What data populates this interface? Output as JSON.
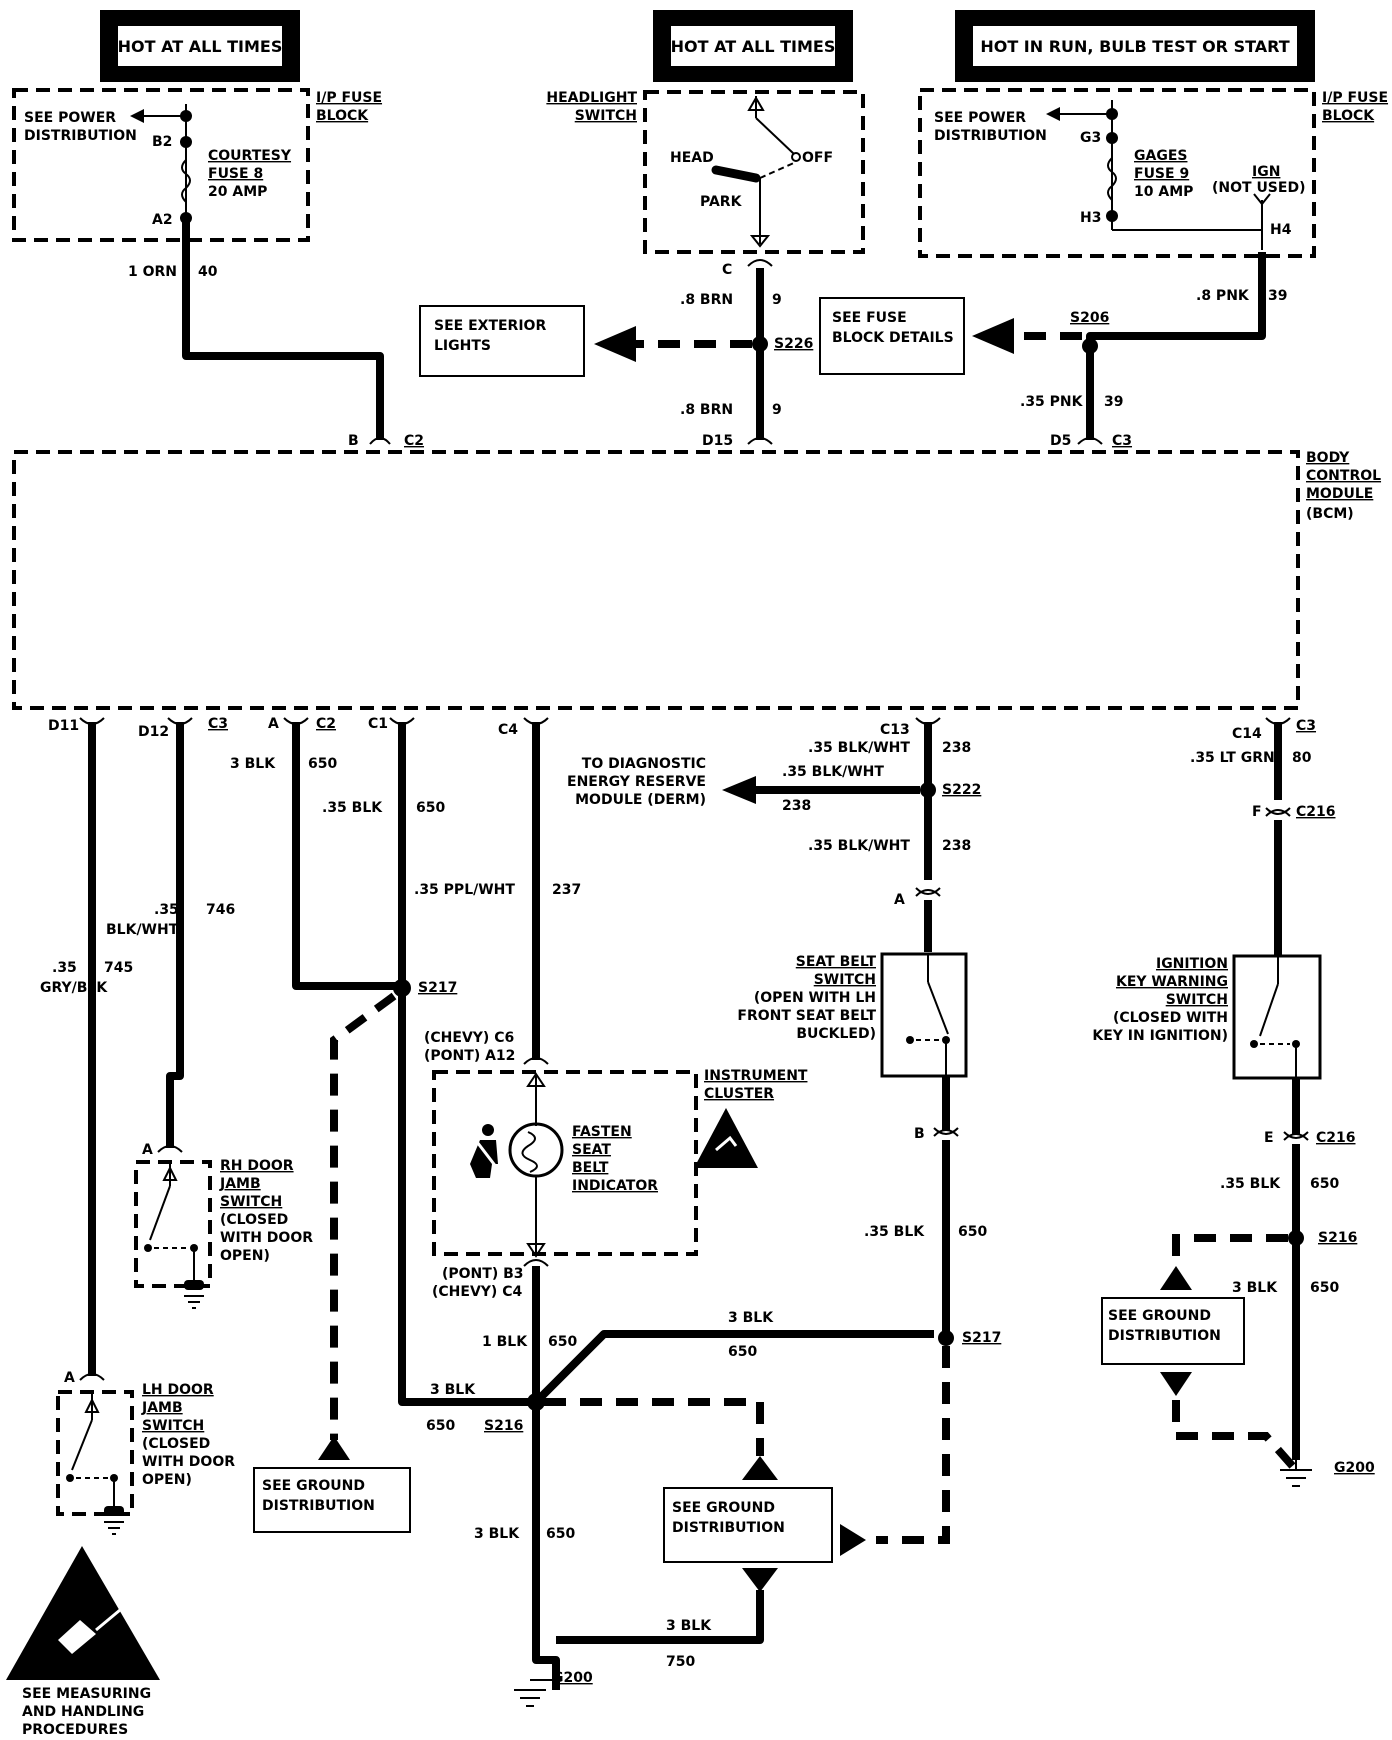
{
  "power_sources": {
    "left": "HOT AT ALL TIMES",
    "center": "HOT AT ALL TIMES",
    "right": "HOT IN RUN, BULB TEST OR START"
  },
  "ip_fuse_block_left": {
    "title_1": "I/P FUSE",
    "title_2": "BLOCK",
    "see_1": "SEE POWER",
    "see_2": "DISTRIBUTION",
    "pin_top": "B2",
    "pin_bottom": "A2",
    "fuse_1": "COURTESY",
    "fuse_2": "FUSE 8",
    "fuse_3": "20 AMP"
  },
  "headlight_switch": {
    "title_1": "HEADLIGHT",
    "title_2": "SWITCH",
    "head": "HEAD",
    "off": "OFF",
    "park": "PARK",
    "pin": "C"
  },
  "ip_fuse_block_right": {
    "title_1": "I/P FUSE",
    "title_2": "BLOCK",
    "see_1": "SEE POWER",
    "see_2": "DISTRIBUTION",
    "pin_g3": "G3",
    "pin_h3": "H3",
    "pin_h4": "H4",
    "fuse_1": "GAGES",
    "fuse_2": "FUSE 9",
    "fuse_3": "10 AMP",
    "ign_1": "IGN",
    "ign_2": "(NOT USED)"
  },
  "wires_top": {
    "orn_size": "1 ORN",
    "orn_circuit": "40",
    "brn_size": ".8  BRN",
    "brn_circuit": "9",
    "brn2_size": ".8  BRN",
    "brn2_circuit": "9",
    "pnk_size": ".8 PNK",
    "pnk_circuit": "39",
    "pnk2_size": ".35 PNK",
    "pnk2_circuit": "39"
  },
  "splices_top": {
    "s226": "S226",
    "s206": "S206",
    "ext_1": "SEE EXTERIOR",
    "ext_2": "LIGHTS",
    "fuse_1": "SEE FUSE",
    "fuse_2": "BLOCK DETAILS"
  },
  "bcm": {
    "title_1": "BODY",
    "title_2": "CONTROL",
    "title_3": "MODULE",
    "title_4": "(BCM)",
    "top_pins": {
      "b": "B",
      "c2": "C2",
      "d15": "D15",
      "d5": "D5",
      "c3": "C3"
    },
    "bottom_pins": {
      "d11": "D11",
      "d12": "D12",
      "c3a": "C3",
      "a": "A",
      "c2": "C2",
      "c1": "C1",
      "c4": "C4",
      "c13": "C13",
      "c14": "C14",
      "c3b": "C3"
    }
  },
  "lower_wires": {
    "w745_size_1": ".35",
    "w745_size_2": "GRY/BLK",
    "w745_circuit": "745",
    "w746_size_1": ".35",
    "w746_size_2": "BLK/WHT",
    "w746_circuit": "746",
    "w650a_size": "3  BLK",
    "w650a_circuit": "650",
    "w650b_size": ".35  BLK",
    "w650b_circuit": "650",
    "w237_size": ".35  PPL/WHT",
    "w237_circuit": "237",
    "w238_size": ".35  BLK/WHT",
    "w238_circuit": "238",
    "w238b_size": ".35  BLK/WHT",
    "w238b_circuit": "238",
    "w238c_size": ".35  BLK/WHT",
    "w238c_circuit": "238",
    "w80_size": ".35 LT GRN",
    "w80_circuit": "80"
  },
  "derm": {
    "l1": "TO DIAGNOSTIC",
    "l2": "ENERGY RESERVE",
    "l3": "MODULE (DERM)"
  },
  "splices": {
    "s222": "S222",
    "s217": "S217",
    "s217b": "S217",
    "s216": "S216",
    "s216b": "S216"
  },
  "seat_belt_switch": {
    "l1": "SEAT BELT",
    "l2": "SWITCH",
    "l3": "(OPEN WITH LH",
    "l4": "FRONT SEAT BELT",
    "l5": "BUCKLED)",
    "pin_a": "A",
    "pin_b": "B"
  },
  "ignition_key_switch": {
    "l1": "IGNITION",
    "l2": "KEY WARNING",
    "l3": "SWITCH",
    "l4": "(CLOSED WITH",
    "l5": "KEY IN IGNITION)",
    "pin_f": "F",
    "c216": "C216",
    "pin_e": "E",
    "c216b": "C216"
  },
  "instrument_cluster": {
    "title_1": "INSTRUMENT",
    "title_2": "CLUSTER",
    "chevy_c6": "(CHEVY)  C6",
    "pont_a12": "(PONT)  A12",
    "ind_1": "FASTEN",
    "ind_2": "SEAT",
    "ind_3": "BELT",
    "ind_4": "INDICATOR",
    "pont_b3": "(PONT)  B3",
    "chevy_c4": "(CHEVY)  C4"
  },
  "rh_door": {
    "pin": "A",
    "l1": "RH  DOOR",
    "l2": "JAMB",
    "l3": "SWITCH",
    "l4": "(CLOSED",
    "l5": "WITH  DOOR",
    "l6": "OPEN)"
  },
  "lh_door": {
    "pin": "A",
    "l1": "LH  DOOR",
    "l2": "JAMB",
    "l3": "SWITCH",
    "l4": "(CLOSED",
    "l5": "WITH  DOOR",
    "l6": "OPEN)"
  },
  "ground": {
    "see_1": "SEE  GROUND",
    "see_2": "DISTRIBUTION",
    "see_b1": "SEE  GROUND",
    "see_b2": "DISTRIBUTION",
    "see_c1": "SEE  GROUND",
    "see_c2": "DISTRIBUTION",
    "g200": "G200",
    "g200b": "G200"
  },
  "lower_ground_wires": {
    "a_size": "1 BLK",
    "a_circuit": "650",
    "b_size": "3 BLK",
    "b_circuit": "650",
    "c_size": "3  BLK",
    "c_circuit": "650",
    "d_size": "3 BLK",
    "d_circuit": "650",
    "e_size": "3 BLK",
    "e_circuit": "750",
    "f_size": ".35  BLK",
    "f_circuit": "650",
    "g_size": ".35  BLK",
    "g_circuit": "650",
    "h_size": "3  BLK",
    "h_circuit": "650"
  },
  "esd_note": {
    "l1": "SEE MEASURING",
    "l2": "AND HANDLING",
    "l3": "PROCEDURES"
  }
}
